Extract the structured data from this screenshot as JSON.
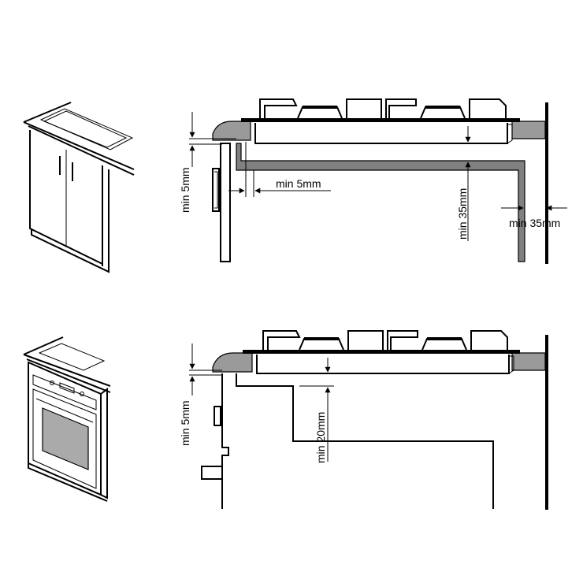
{
  "top_diagram": {
    "label_min_gap_left": "min 5mm",
    "label_min_side_gap": "min 5mm",
    "label_min_under": "min 35mm",
    "label_min_wall": "min 35mm"
  },
  "bottom_diagram": {
    "label_min_gap_left": "min 5mm",
    "label_min_under": "min 20mm"
  },
  "colors": {
    "line": "#000000",
    "counter": "#9a9a9a",
    "wall": "#808080",
    "oven_window": "#aaaaaa"
  }
}
